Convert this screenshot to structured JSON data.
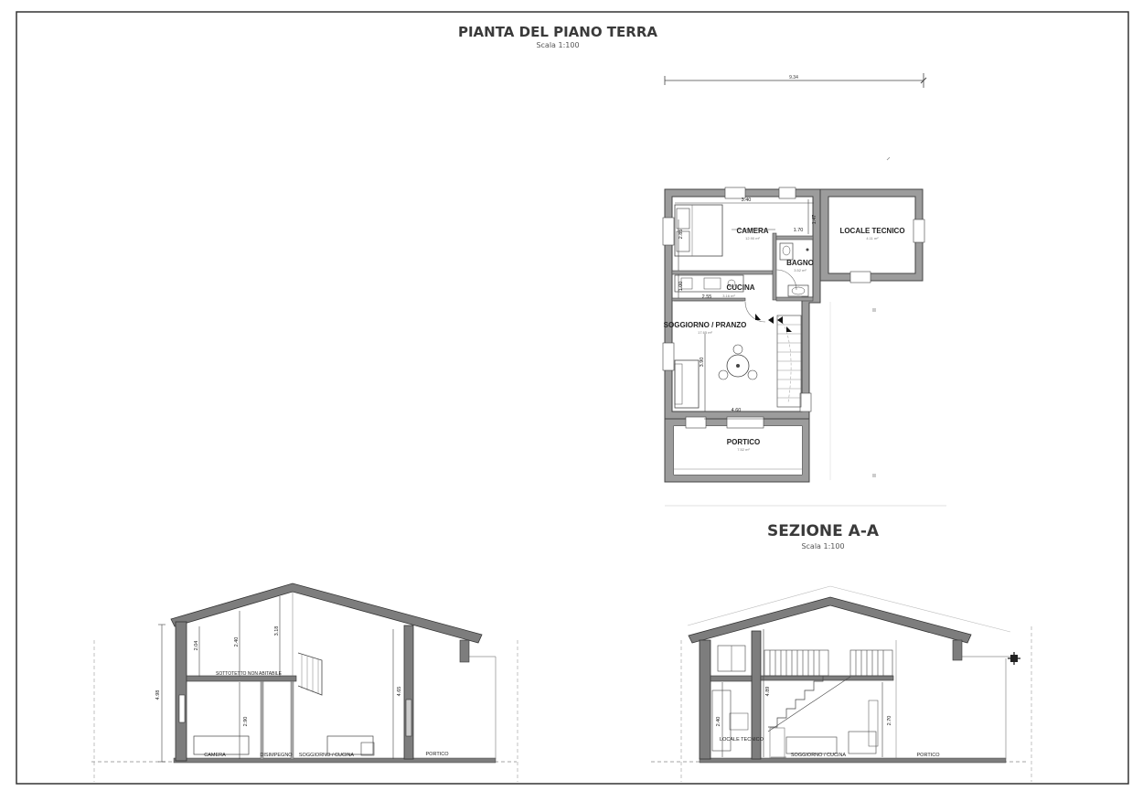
{
  "plan": {
    "title": "PIANTA DEL PIANO TERRA",
    "scale": "Scala 1:100",
    "overall_dimension": "9.34",
    "rooms": {
      "camera": {
        "name": "CAMERA",
        "area": "12.90 m²"
      },
      "bagno": {
        "name": "BAGNO",
        "area": "3.52 m²"
      },
      "locale_tecnico": {
        "name": "LOCALE TECNICO",
        "area": "4.11 m²"
      },
      "cucina": {
        "name": "CUCINA",
        "area": "3.16 m²"
      },
      "soggiorno": {
        "name": "SOGGIORNO / PRANZO",
        "area": "17.65 m²"
      },
      "portico": {
        "name": "PORTICO",
        "area": "7.52 m²"
      }
    },
    "dimensions": {
      "camera_width": "3.40",
      "camera_depth": "2.85",
      "bagno_width": "1.70",
      "bagno_height": "1.47",
      "cucina_width": "2.55",
      "cucina_depth": "1.00",
      "soggiorno_depth": "3.90",
      "soggiorno_width": "4.60"
    }
  },
  "section": {
    "title": "SEZIONE  A-A",
    "scale": "Scala 1:100"
  },
  "section_left": {
    "labels": {
      "sottotetto": "SOTTOTETTO NON ABITABILE",
      "camera": "CAMERA",
      "disimpegno": "DISIMPEGNO",
      "soggiorno_cucina": "SOGGIORNO / CUCINA",
      "portico": "PORTICO"
    },
    "dimensions": {
      "total_height": "4.98",
      "upper_left": "2.04",
      "upper_mid": "2.40",
      "upper_peak": "3.18",
      "ground_height": "2.90",
      "ridge_height": "4.65"
    }
  },
  "section_right": {
    "labels": {
      "locale_tecnico": "LOCALE TECNICO",
      "soggiorno_cucina": "SOGGIORNO / CUCINA",
      "portico": "PORTICO"
    },
    "dimensions": {
      "left_height": "2.40",
      "mid_height": "4.89",
      "right_height": "2.70"
    }
  }
}
